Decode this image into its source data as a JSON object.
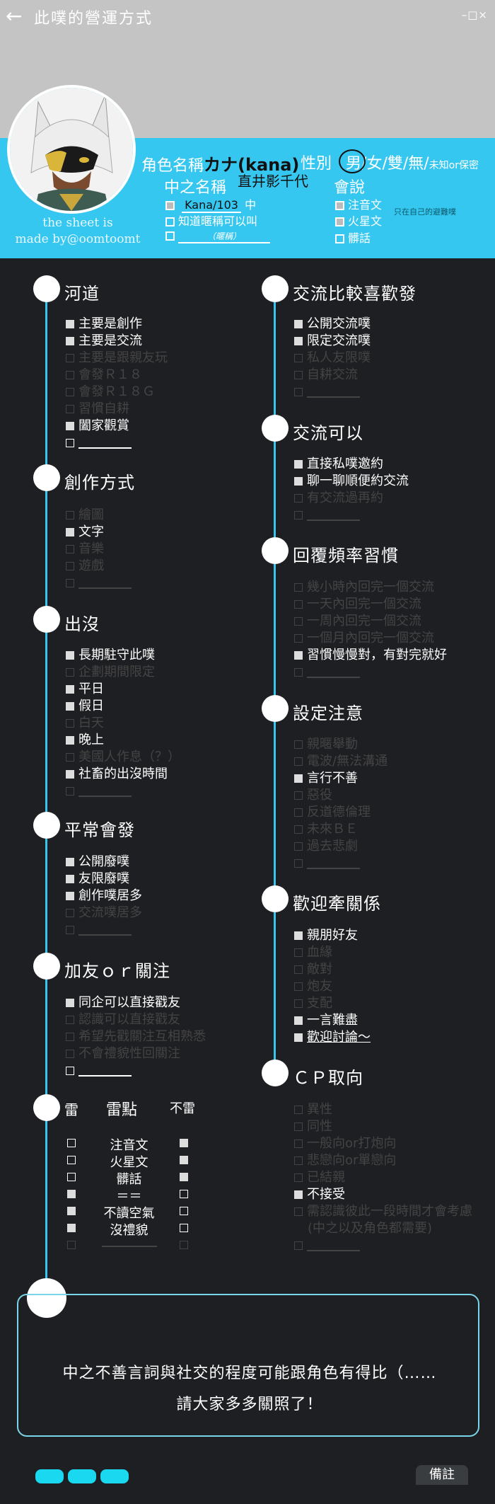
{
  "header": {
    "back_icon": "←",
    "title": "此噗的營運方式",
    "window_controls": "–□×"
  },
  "avatar": {
    "credit_line1": "the sheet is",
    "credit_line2": "made by@oomtoomt"
  },
  "profile": {
    "char_name_label": "角色名稱",
    "char_name_value": "カナ(kana)",
    "char_name_sub": "直井影千代",
    "gender_label": "性別",
    "gender_selected": "男",
    "gender_rest": "/女/雙/無/",
    "gender_unknown": "未知or保密",
    "nick_label": "中之名稱",
    "nick_items": [
      {
        "text": "Kana/103",
        "suffix": "中"
      },
      {
        "text": "知道暱稱可以叫"
      },
      {
        "text": "（暱稱）"
      }
    ],
    "speaks_label": "會說",
    "speaks_items": [
      {
        "text": "注音文"
      },
      {
        "text": "火星文"
      },
      {
        "text": "髒話"
      }
    ],
    "speaks_note": "只在自己的避難噗"
  },
  "left_sections": [
    {
      "title": "河道",
      "items": [
        {
          "t": "主要是創作",
          "on": true
        },
        {
          "t": "主要是交流",
          "on": true
        },
        {
          "t": "主要是跟親友玩",
          "on": false
        },
        {
          "t": "會發Ｒ１８",
          "on": false
        },
        {
          "t": "會發Ｒ１８Ｇ",
          "on": false
        },
        {
          "t": "習慣自耕",
          "on": false
        },
        {
          "t": "闔家觀賞",
          "on": true
        },
        {
          "t": "",
          "blank": true
        }
      ]
    },
    {
      "title": "創作方式",
      "items": [
        {
          "t": "繪圖",
          "on": false
        },
        {
          "t": "文字",
          "on": true
        },
        {
          "t": "音樂",
          "on": false
        },
        {
          "t": "遊戲",
          "on": false
        },
        {
          "t": "",
          "blank": true,
          "dim": true
        }
      ]
    },
    {
      "title": "出沒",
      "items": [
        {
          "t": "長期駐守此噗",
          "on": true
        },
        {
          "t": "企劃期間限定",
          "on": false
        },
        {
          "t": "平日",
          "on": true
        },
        {
          "t": "假日",
          "on": true
        },
        {
          "t": "白天",
          "on": false
        },
        {
          "t": "晚上",
          "on": true
        },
        {
          "t": "美國人作息（？）",
          "on": false
        },
        {
          "t": "社畜的出沒時間",
          "on": true
        },
        {
          "t": "",
          "blank": true,
          "dim": true
        }
      ]
    },
    {
      "title": "平常會發",
      "items": [
        {
          "t": "公開廢噗",
          "on": true
        },
        {
          "t": "友限廢噗",
          "on": true
        },
        {
          "t": "創作噗居多",
          "on": true
        },
        {
          "t": "交流噗居多",
          "on": false
        },
        {
          "t": "",
          "blank": true,
          "dim": true
        }
      ]
    },
    {
      "title": "加友ｏｒ關注",
      "items": [
        {
          "t": "同企可以直接戳友",
          "on": true
        },
        {
          "t": "認識可以直接戳友",
          "on": false
        },
        {
          "t": "希望先戳關注互相熟悉",
          "on": false
        },
        {
          "t": "不會禮貌性回關注",
          "on": false
        },
        {
          "t": "",
          "blank": true
        }
      ]
    }
  ],
  "mine": {
    "left_label": "雷",
    "center_label": "雷點",
    "right_label": "不雷",
    "rows": [
      {
        "t": "注音文",
        "lei": false,
        "bulei": true
      },
      {
        "t": "火星文",
        "lei": false,
        "bulei": true
      },
      {
        "t": "髒話",
        "lei": false,
        "bulei": true
      },
      {
        "t": "＝＝",
        "lei": true,
        "bulei": false
      },
      {
        "t": "不讀空氣",
        "lei": true,
        "bulei": false
      },
      {
        "t": "沒禮貌",
        "lei": true,
        "bulei": false
      },
      {
        "t": "",
        "lei": false,
        "bulei": false,
        "blank": true
      }
    ]
  },
  "right_sections": [
    {
      "title": "交流比較喜歡發",
      "items": [
        {
          "t": "公開交流噗",
          "on": true
        },
        {
          "t": "限定交流噗",
          "on": true
        },
        {
          "t": "私人友限噗",
          "on": false
        },
        {
          "t": "自耕交流",
          "on": false
        },
        {
          "t": "",
          "blank": true,
          "dim": true
        }
      ]
    },
    {
      "title": "交流可以",
      "items": [
        {
          "t": "直接私噗邀約",
          "on": true
        },
        {
          "t": "聊一聊順便約交流",
          "on": true
        },
        {
          "t": "有交流過再約",
          "on": false
        },
        {
          "t": "",
          "blank": true,
          "dim": true
        }
      ]
    },
    {
      "title": "回覆頻率習慣",
      "items": [
        {
          "t": "幾小時內回完一個交流",
          "on": false
        },
        {
          "t": "一天內回完一個交流",
          "on": false
        },
        {
          "t": "一周內回完一個交流",
          "on": false
        },
        {
          "t": "一個月內回完一個交流",
          "on": false
        },
        {
          "t": "習慣慢慢對，有對完就好",
          "on": true
        },
        {
          "t": "",
          "blank": true,
          "dim": true
        }
      ]
    },
    {
      "title": "設定注意",
      "items": [
        {
          "t": "親暱舉動",
          "on": false
        },
        {
          "t": "電波/無法溝通",
          "on": false
        },
        {
          "t": "言行不善",
          "on": true
        },
        {
          "t": "惡役",
          "on": false
        },
        {
          "t": "反道德倫理",
          "on": false
        },
        {
          "t": "未來ＢＥ",
          "on": false
        },
        {
          "t": "過去悲劇",
          "on": false
        },
        {
          "t": "",
          "blank": true,
          "dim": true
        }
      ]
    },
    {
      "title": "歡迎牽關係",
      "items": [
        {
          "t": "親朋好友",
          "on": true
        },
        {
          "t": "血緣",
          "on": false
        },
        {
          "t": "敵對",
          "on": false
        },
        {
          "t": "炮友",
          "on": false
        },
        {
          "t": "支配",
          "on": false
        },
        {
          "t": "一言難盡",
          "on": true
        },
        {
          "t": "歡迎討論～",
          "on": true,
          "underline": true
        }
      ]
    },
    {
      "title": "ＣＰ取向",
      "items": [
        {
          "t": "異性",
          "on": false
        },
        {
          "t": "同性",
          "on": false
        },
        {
          "t": "一般向or打炮向",
          "on": false
        },
        {
          "t": "悲戀向or單戀向",
          "on": false
        },
        {
          "t": "已結親",
          "on": false
        },
        {
          "t": "不接受",
          "on": true
        },
        {
          "t": "需認識彼此一段時間才會考慮",
          "on": false
        },
        {
          "t": "(中之以及角色都需要)",
          "on": false,
          "nobox": true
        },
        {
          "t": "",
          "blank": true,
          "dim": true
        }
      ]
    }
  ],
  "note": {
    "line1": "中之不善言詞與社交的程度可能跟角色有得比（……",
    "line2": "請大家多多關照了！"
  },
  "footer": {
    "remark_tab": "備註"
  }
}
